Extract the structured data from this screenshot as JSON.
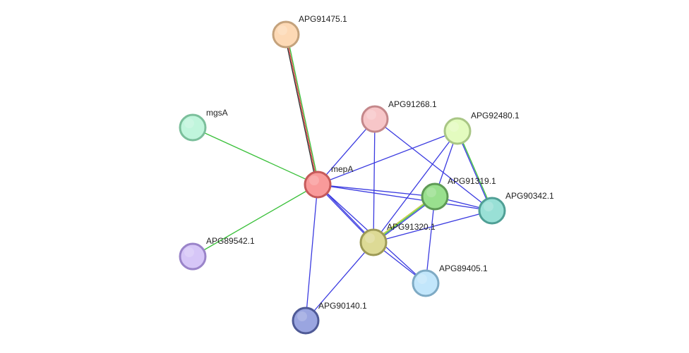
{
  "network": {
    "nodes": [
      {
        "id": "mepA",
        "label": "mepA",
        "fill": "#f99a9a",
        "stroke": "#c65a5a"
      },
      {
        "id": "APG91475.1",
        "label": "APG91475.1",
        "fill": "#fdd9b5",
        "stroke": "#c4a27c"
      },
      {
        "id": "mgsA",
        "label": "mgsA",
        "fill": "#c0f5dc",
        "stroke": "#7bbf9b"
      },
      {
        "id": "APG89542.1",
        "label": "APG89542.1",
        "fill": "#d6c6f7",
        "stroke": "#9a84c9"
      },
      {
        "id": "APG91268.1",
        "label": "APG91268.1",
        "fill": "#f7c6c8",
        "stroke": "#c4878a"
      },
      {
        "id": "APG92480.1",
        "label": "APG92480.1",
        "fill": "#e3fbbf",
        "stroke": "#a9c685"
      },
      {
        "id": "APG91319.1",
        "label": "APG91319.1",
        "fill": "#99e08e",
        "stroke": "#5e9a55"
      },
      {
        "id": "APG90342.1",
        "label": "APG90342.1",
        "fill": "#99e0d6",
        "stroke": "#4f9f95"
      },
      {
        "id": "APG91320.1",
        "label": "APG91320.1",
        "fill": "#ddda95",
        "stroke": "#9d9a55"
      },
      {
        "id": "APG89405.1",
        "label": "APG89405.1",
        "fill": "#c2e6fb",
        "stroke": "#7eaac4"
      },
      {
        "id": "APG90140.1",
        "label": "APG90140.1",
        "fill": "#9aa5e0",
        "stroke": "#4f5a96"
      }
    ],
    "edges": [
      {
        "source": "mepA",
        "target": "APG91475.1",
        "colors": [
          "#2b2b2b",
          "#e03a3a",
          "#3ac03a"
        ]
      },
      {
        "source": "mepA",
        "target": "mgsA",
        "colors": [
          "#3ac03a"
        ]
      },
      {
        "source": "mepA",
        "target": "APG89542.1",
        "colors": [
          "#3ac03a"
        ]
      },
      {
        "source": "mepA",
        "target": "APG91268.1",
        "colors": [
          "#3a3ae0"
        ]
      },
      {
        "source": "mepA",
        "target": "APG92480.1",
        "colors": [
          "#3a3ae0"
        ]
      },
      {
        "source": "mepA",
        "target": "APG91319.1",
        "colors": [
          "#3a3ae0"
        ]
      },
      {
        "source": "mepA",
        "target": "APG90342.1",
        "colors": [
          "#3a3ae0"
        ]
      },
      {
        "source": "mepA",
        "target": "APG91320.1",
        "colors": [
          "#3a3ae0",
          "#3a3ae0"
        ]
      },
      {
        "source": "mepA",
        "target": "APG89405.1",
        "colors": [
          "#3a3ae0"
        ]
      },
      {
        "source": "mepA",
        "target": "APG90140.1",
        "colors": [
          "#3a3ae0"
        ]
      },
      {
        "source": "APG91268.1",
        "target": "APG91320.1",
        "colors": [
          "#3a3ae0"
        ]
      },
      {
        "source": "APG91268.1",
        "target": "APG90342.1",
        "colors": [
          "#3a3ae0"
        ]
      },
      {
        "source": "APG92480.1",
        "target": "APG91319.1",
        "colors": [
          "#3a3ae0"
        ]
      },
      {
        "source": "APG92480.1",
        "target": "APG90342.1",
        "colors": [
          "#3ac03a",
          "#3a3ae0"
        ]
      },
      {
        "source": "APG92480.1",
        "target": "APG91320.1",
        "colors": [
          "#3a3ae0"
        ]
      },
      {
        "source": "APG91319.1",
        "target": "APG91320.1",
        "colors": [
          "#3a3ae0",
          "#3ac03a",
          "#c8c832"
        ]
      },
      {
        "source": "APG91319.1",
        "target": "APG90342.1",
        "colors": [
          "#3a3ae0"
        ]
      },
      {
        "source": "APG91319.1",
        "target": "APG89405.1",
        "colors": [
          "#3a3ae0"
        ]
      },
      {
        "source": "APG91320.1",
        "target": "APG90342.1",
        "colors": [
          "#3a3ae0"
        ]
      },
      {
        "source": "APG91320.1",
        "target": "APG89405.1",
        "colors": [
          "#3a3ae0"
        ]
      },
      {
        "source": "APG91320.1",
        "target": "APG90140.1",
        "colors": [
          "#3a3ae0"
        ]
      }
    ]
  }
}
